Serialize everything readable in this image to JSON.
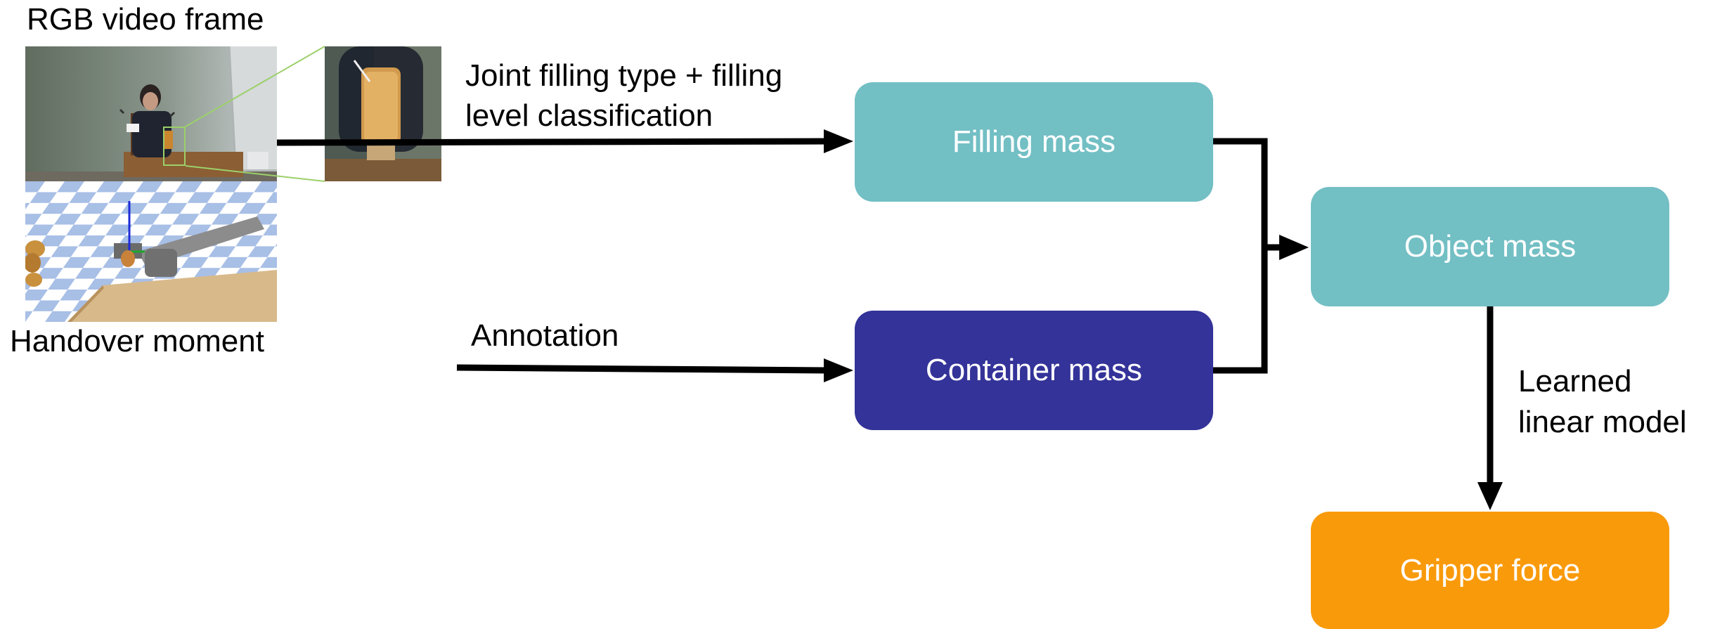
{
  "labels": {
    "rgb_frame": "RGB video frame",
    "handover": "Handover moment",
    "classification_line1": "Joint filling type + filling",
    "classification_line2": "level classification",
    "annotation": "Annotation",
    "learned_line1": "Learned",
    "learned_line2": "linear model"
  },
  "boxes": {
    "filling_mass": "Filling mass",
    "container_mass": "Container mass",
    "object_mass": "Object mass",
    "gripper_force": "Gripper force"
  },
  "colors": {
    "teal": "#72BFC4",
    "navy": "#343399",
    "orange": "#F99A0B",
    "arrow": "#000000",
    "zoom_lines": "#9CD06A"
  }
}
